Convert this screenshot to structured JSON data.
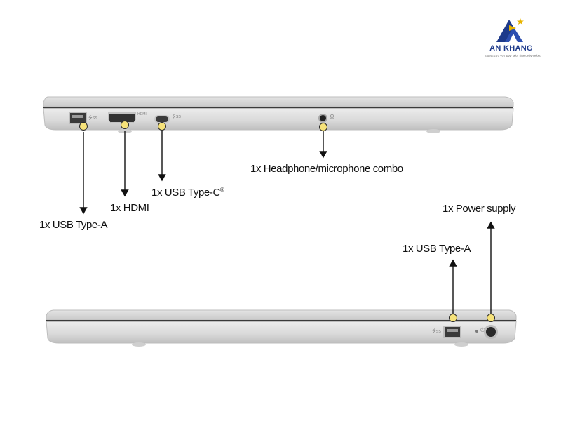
{
  "brand": {
    "name": "AN KHANG",
    "tagline": "GIANG LỰC VỚI BẠN · MÁY TÍNH CHÍNH HÃNG",
    "colors": {
      "primary": "#1e3a8a",
      "accent": "#e8b400"
    }
  },
  "marker_color": "#f6e27a",
  "left_side": {
    "ports": [
      {
        "id": "usb_a",
        "label": "1x USB Type-A",
        "icon": "usb-a-port-icon"
      },
      {
        "id": "hdmi",
        "label": "1x HDMI",
        "icon": "hdmi-port-icon"
      },
      {
        "id": "usb_c",
        "label": "1x USB Type-C",
        "label_sup": "®",
        "icon": "usb-c-port-icon"
      },
      {
        "id": "audio",
        "label": "1x Headphone/microphone combo",
        "icon": "audio-jack-icon"
      }
    ]
  },
  "right_side": {
    "ports": [
      {
        "id": "usb_a",
        "label": "1x USB Type-A",
        "icon": "usb-a-port-icon"
      },
      {
        "id": "power",
        "label": "1x Power supply",
        "icon": "power-port-icon"
      }
    ]
  }
}
